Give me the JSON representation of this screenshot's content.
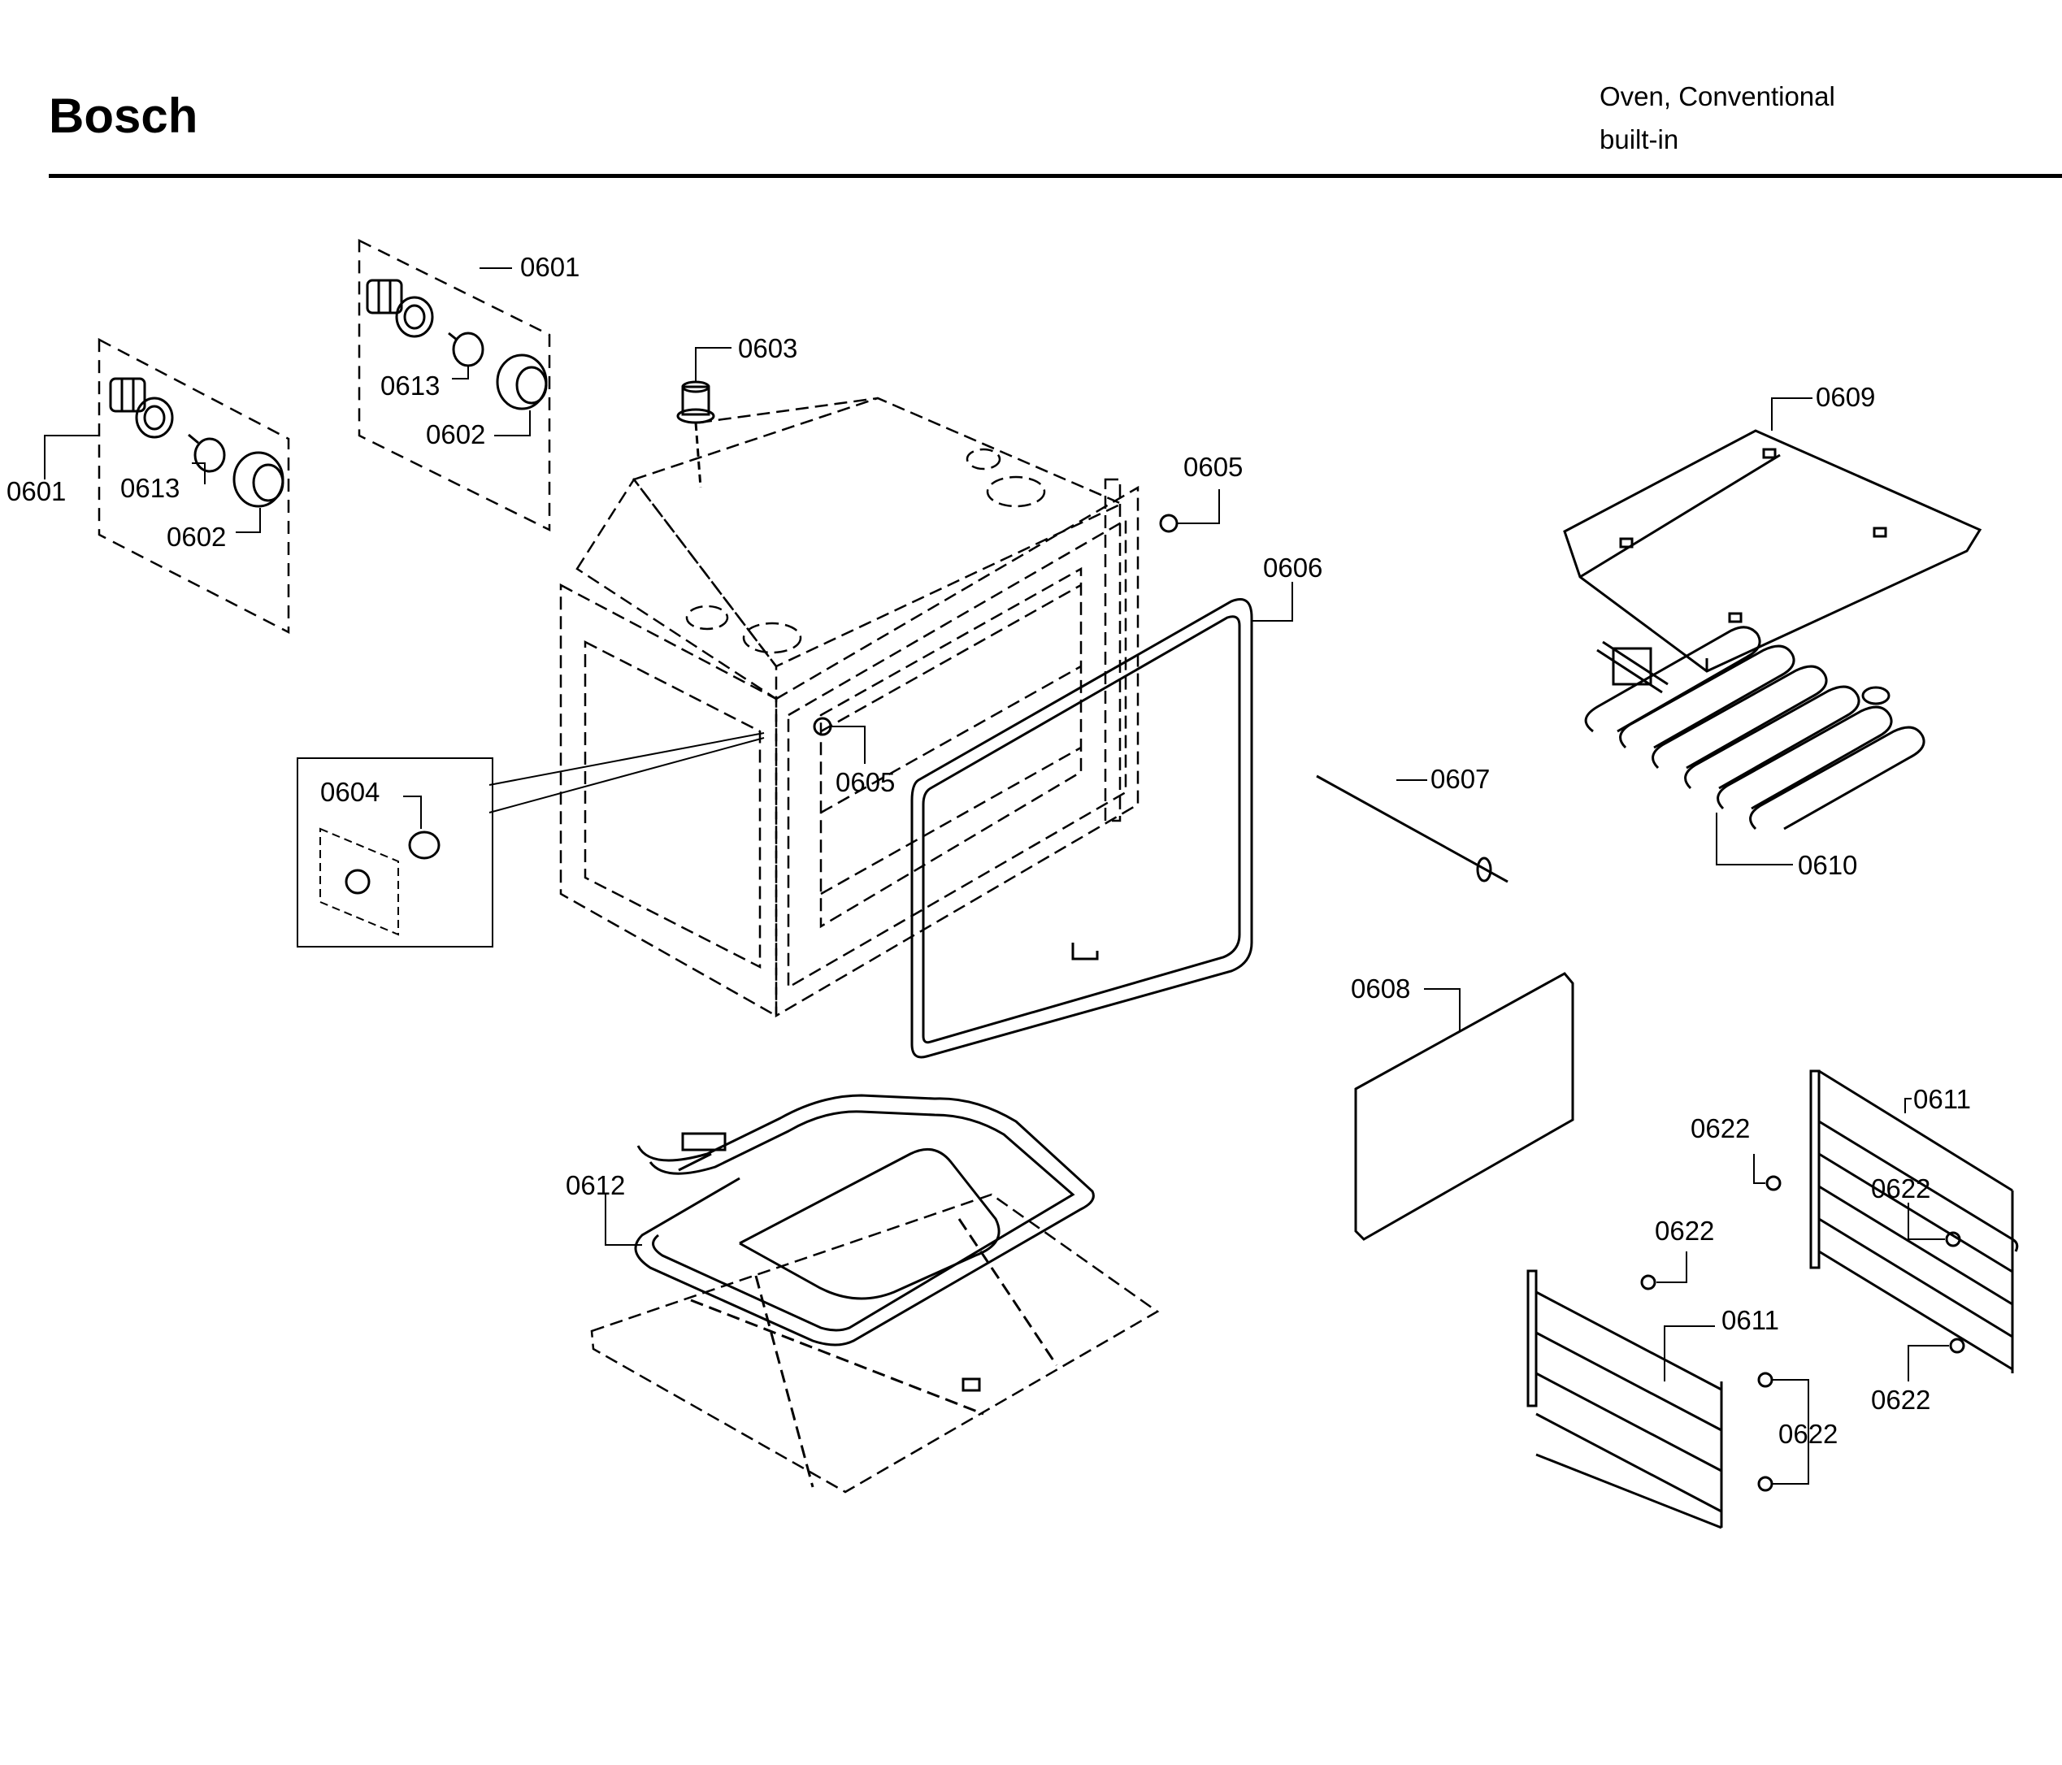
{
  "header": {
    "brand": "Bosch",
    "product_line1": "Oven, Conventional",
    "product_line2": "built-in"
  },
  "callouts": {
    "c0601_left": "0601",
    "c0613_left": "0613",
    "c0602_left": "0602",
    "c0601_top": "0601",
    "c0613_top": "0613",
    "c0602_top": "0602",
    "c0603": "0603",
    "c0605_top": "0605",
    "c0605_mid": "0605",
    "c0606": "0606",
    "c0604": "0604",
    "c0607": "0607",
    "c0608": "0608",
    "c0609": "0609",
    "c0610": "0610",
    "c0611_right": "0611",
    "c0611_left": "0611",
    "c0612": "0612",
    "c0622_a": "0622",
    "c0622_b": "0622",
    "c0622_c": "0622",
    "c0622_d": "0622",
    "c0622_e": "0622"
  }
}
